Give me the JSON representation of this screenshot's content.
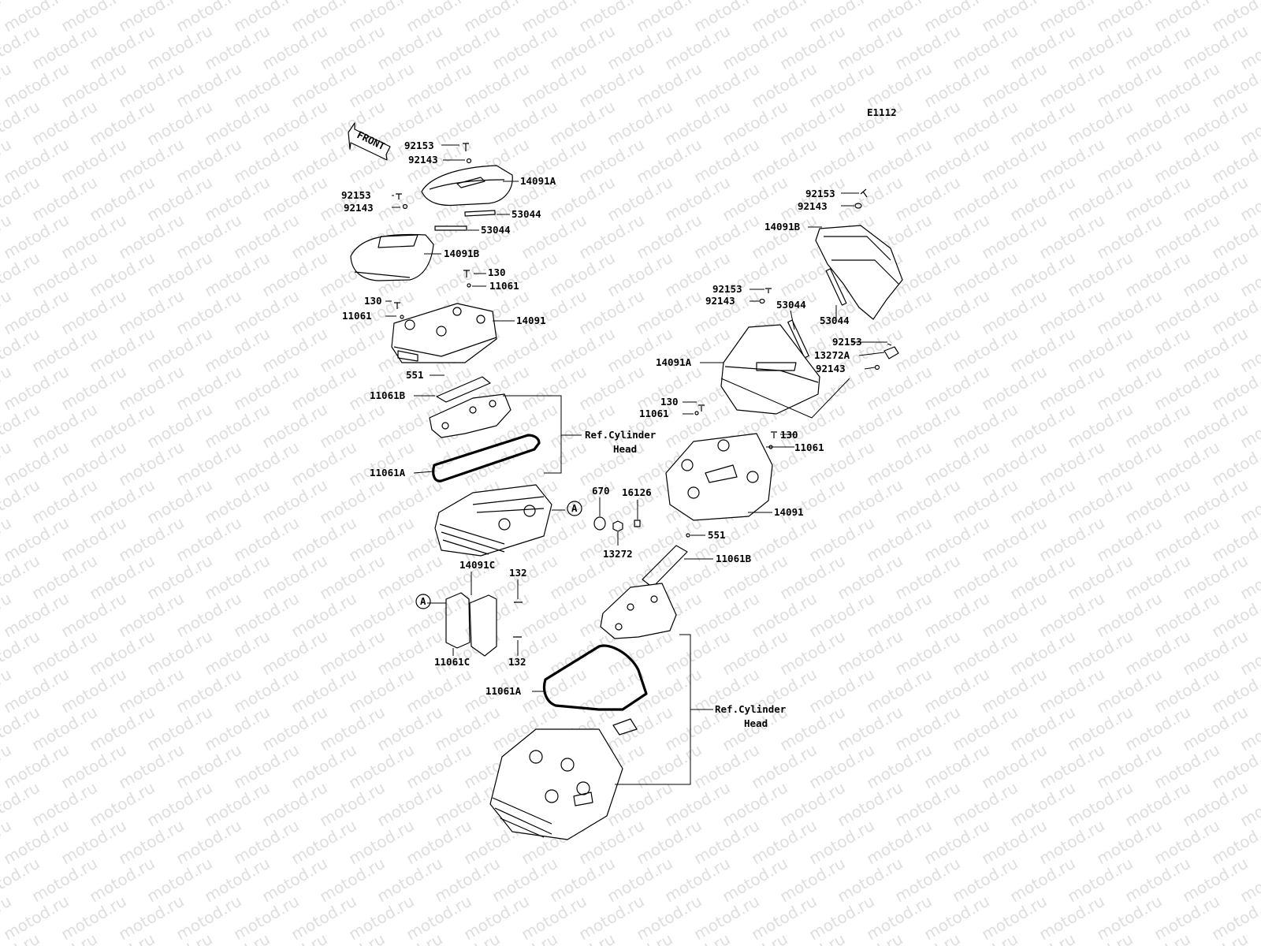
{
  "watermark": "motod.ru",
  "diagram_id": "E1112",
  "front_arrow": "FRONT",
  "labels": {
    "l1": "92153",
    "l2": "92143",
    "l3": "14091A",
    "l4": "92153",
    "l5": "92143",
    "l6": "53044",
    "l7": "53044",
    "l8": "14091B",
    "l9": "130",
    "l10": "11061",
    "l11": "130",
    "l12": "11061",
    "l13": "14091",
    "l14": "551",
    "l15": "11061B",
    "l16": "Ref.Cylinder",
    "l17": "Head",
    "l18": "11061A",
    "l19": "A",
    "l20": "670",
    "l21": "16126",
    "l22": "13272",
    "l23": "14091C",
    "l24": "132",
    "l25": "A",
    "l26": "11061C",
    "l27": "132",
    "r1": "92153",
    "r2": "92143",
    "r3": "14091B",
    "r4": "92153",
    "r5": "92143",
    "r6": "53044",
    "r7": "53044",
    "r8": "92153",
    "r9": "13272A",
    "r10": "92143",
    "r11": "14091A",
    "r12": "130",
    "r13": "11061",
    "r14": "130",
    "r15": "11061",
    "r16": "14091",
    "r17": "551",
    "r18": "11061B",
    "r19": "11061A",
    "r20": "Ref.Cylinder",
    "r21": "Head"
  }
}
